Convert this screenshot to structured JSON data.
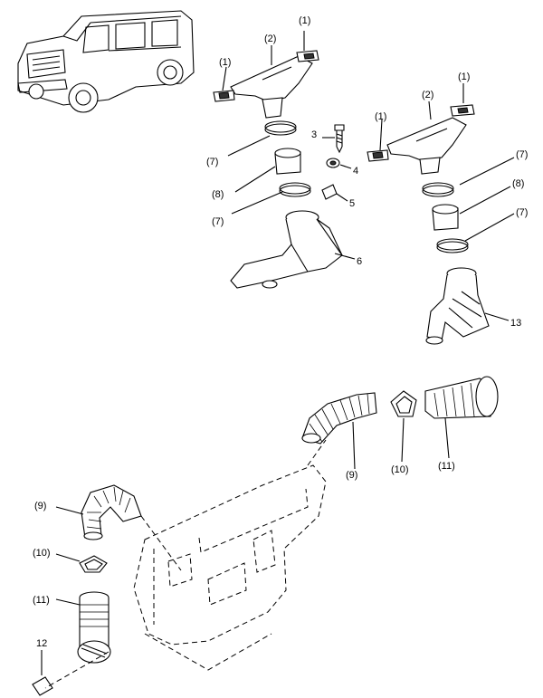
{
  "callouts": [
    {
      "id": "c1a",
      "text": "(1)"
    },
    {
      "id": "c2a",
      "text": "(2)"
    },
    {
      "id": "c1b",
      "text": "(1)"
    },
    {
      "id": "c7a",
      "text": "(7)"
    },
    {
      "id": "c3",
      "text": "3"
    },
    {
      "id": "c4",
      "text": "4"
    },
    {
      "id": "c8a",
      "text": "(8)"
    },
    {
      "id": "c5",
      "text": "5"
    },
    {
      "id": "c7b",
      "text": "(7)"
    },
    {
      "id": "c6",
      "text": "6"
    },
    {
      "id": "c1c",
      "text": "(1)"
    },
    {
      "id": "c2b",
      "text": "(2)"
    },
    {
      "id": "c1d",
      "text": "(1)"
    },
    {
      "id": "c7c",
      "text": "(7)"
    },
    {
      "id": "c8b",
      "text": "(8)"
    },
    {
      "id": "c7d",
      "text": "(7)"
    },
    {
      "id": "c13",
      "text": "13"
    },
    {
      "id": "c9a",
      "text": "(9)"
    },
    {
      "id": "c10a",
      "text": "(10)"
    },
    {
      "id": "c11a",
      "text": "(11)"
    },
    {
      "id": "c9b",
      "text": "(9)"
    },
    {
      "id": "c10b",
      "text": "(10)"
    },
    {
      "id": "c11b",
      "text": "(11)"
    },
    {
      "id": "c12",
      "text": "12"
    }
  ]
}
